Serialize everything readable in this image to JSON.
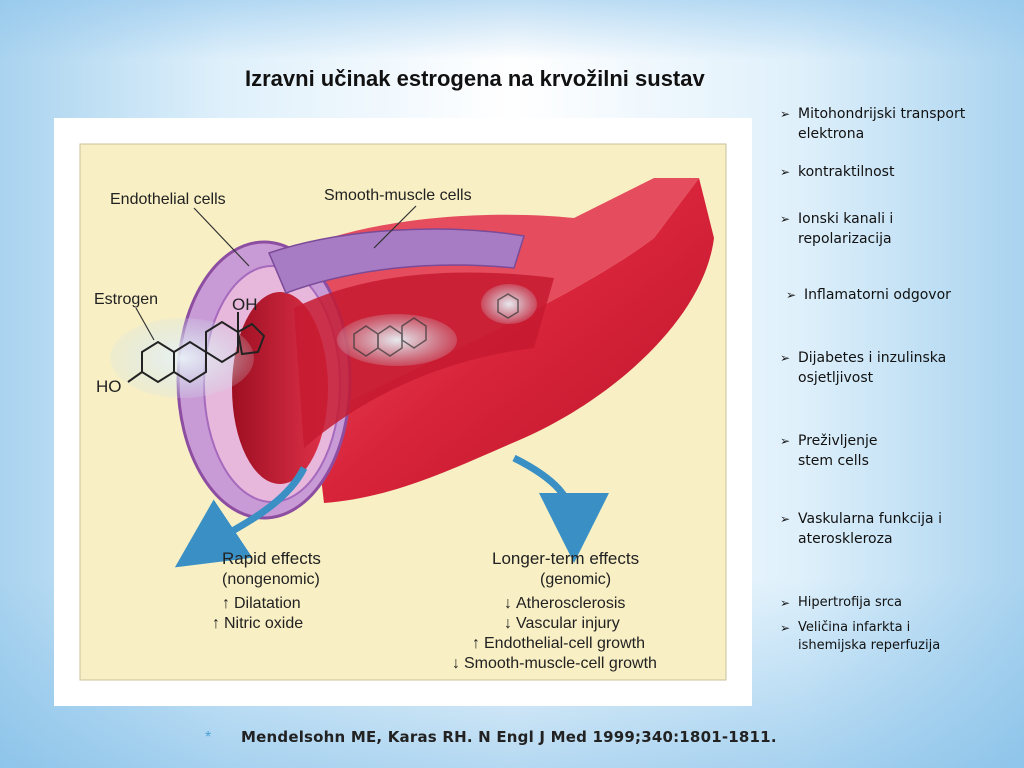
{
  "slide": {
    "title": "Izravni učinak estrogena na krvožilni sustav",
    "citation_marker": "*",
    "citation": "Mendelsohn ME, Karas RH. N Engl J Med 1999;340:1801-1811."
  },
  "figure": {
    "labels": {
      "endothelial": "Endothelial cells",
      "smooth_muscle": "Smooth-muscle cells",
      "estrogen": "Estrogen",
      "oh": "OH",
      "ho": "HO"
    },
    "rapid": {
      "title": "Rapid effects",
      "subtitle": "(nongenomic)",
      "items": [
        {
          "arrow": "↑",
          "text": "Dilatation"
        },
        {
          "arrow": "↑",
          "text": "Nitric oxide"
        }
      ]
    },
    "longer": {
      "title": "Longer-term effects",
      "subtitle": "(genomic)",
      "items": [
        {
          "arrow": "↓",
          "text": "Atherosclerosis"
        },
        {
          "arrow": "↓",
          "text": "Vascular injury"
        },
        {
          "arrow": "↑",
          "text": "Endothelial-cell growth"
        },
        {
          "arrow": "↓",
          "text": "Smooth-muscle-cell growth"
        }
      ]
    }
  },
  "bullets": {
    "marker": "➢",
    "items": [
      {
        "line1": "Mitohondrijski transport",
        "line2": "elektrona"
      },
      {
        "line1": "kontraktilnost",
        "line2": ""
      },
      {
        "line1": "Ionski kanali i",
        "line2": "repolarizacija"
      },
      {
        "line1": "Inflamatorni odgovor",
        "line2": ""
      },
      {
        "line1": "Dijabetes i inzulinska",
        "line2": "osjetljivost"
      },
      {
        "line1": "Preživljenje",
        "line2": "stem cells"
      },
      {
        "line1": "Vaskularna funkcija i",
        "line2": "ateroskleroza"
      },
      {
        "line1": "Hipertrofija srca",
        "line2": ""
      },
      {
        "line1": "Veličina infarkta i",
        "line2": "ishemijska reperfuzija"
      }
    ]
  },
  "colors": {
    "background_blue": "#a9d3ef",
    "figure_panel": "#f8efc4",
    "vessel_red": "#d8243a",
    "vessel_pink": "#f06a85",
    "wall_purple": "#b67fc8",
    "arrow_blue": "#3a8fc4"
  }
}
